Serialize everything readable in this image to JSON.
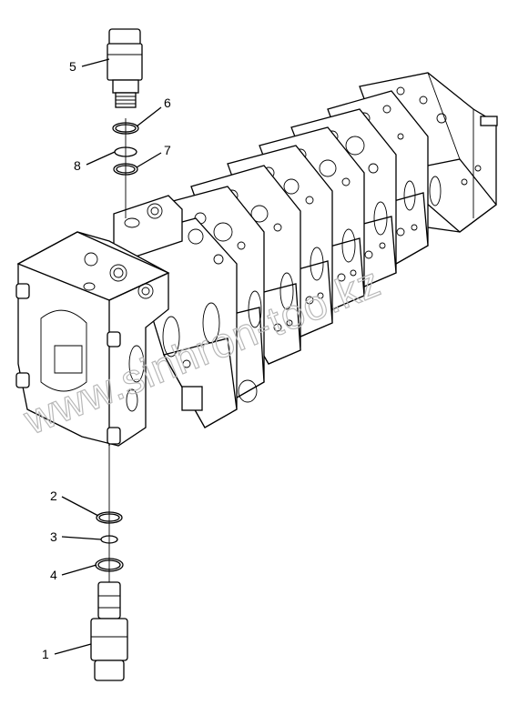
{
  "callouts": [
    {
      "id": "1",
      "label": "1"
    },
    {
      "id": "2",
      "label": "2"
    },
    {
      "id": "3",
      "label": "3"
    },
    {
      "id": "4",
      "label": "4"
    },
    {
      "id": "5",
      "label": "5"
    },
    {
      "id": "6",
      "label": "6"
    },
    {
      "id": "7",
      "label": "7"
    },
    {
      "id": "8",
      "label": "8"
    }
  ],
  "watermark": "www.sinhron-too.kz",
  "colors": {
    "line": "#000000",
    "watermark": "#b8b8b8",
    "background": "#ffffff"
  }
}
